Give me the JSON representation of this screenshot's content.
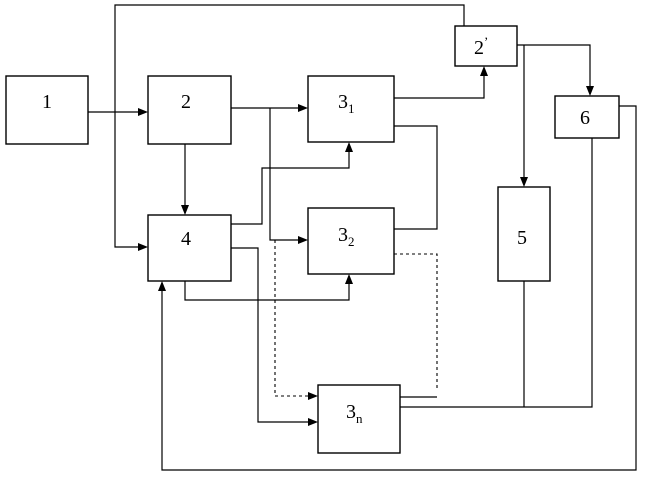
{
  "blocks": {
    "b1": {
      "main": "1"
    },
    "b2": {
      "main": "2"
    },
    "b2p": {
      "main": "2",
      "prime": "’"
    },
    "b31": {
      "main": "3",
      "sub": "1"
    },
    "b32": {
      "main": "3",
      "sub": "2"
    },
    "b3n": {
      "main": "3",
      "sub": "n"
    },
    "b4": {
      "main": "4"
    },
    "b5": {
      "main": "5"
    },
    "b6": {
      "main": "6"
    }
  },
  "colors": {
    "ink": "#000000",
    "paper": "#ffffff"
  }
}
